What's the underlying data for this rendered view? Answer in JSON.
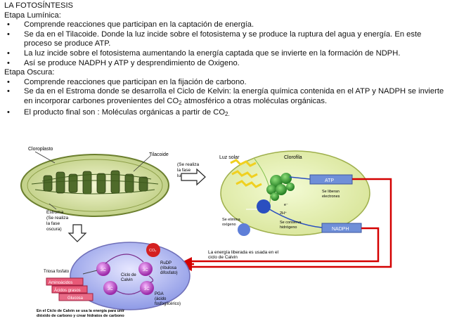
{
  "doc": {
    "title": "LA FOTOSÍNTESIS",
    "light_heading": "Etapa Lumínica:",
    "light_bullets": [
      "Comprende reacciones que participan en la captación de energía.",
      "Se da en el Tilacoide. Donde la luz incide sobre el fotosistema y se produce la ruptura del agua y energía. En este proceso se produce ATP.",
      "La luz incide sobre el fotosistema aumentando la energía captada que se invierte en la formación de NDPH.",
      "Así se produce NADPH y ATP y desprendimiento de Oxigeno."
    ],
    "dark_heading": "Etapa Oscura:",
    "dark_bullet_1": "Comprende reacciones que participan en la fijación de carbono.",
    "dark_bullet_2_a": "Se da en el Estroma  donde se desarrolla el  Ciclo de Kelvin: la energía química contenida en el ATP y NADPH se invierte en incorporar carbones provenientes del CO",
    "dark_bullet_2_sub": "2",
    "dark_bullet_2_b": " atmosférico a otras moléculas orgánicas.",
    "dark_bullet_3_a": "El producto final son : Moléculas orgánicas a partir de CO",
    "dark_bullet_3_sub": "2."
  },
  "diagram": {
    "chloroplast": "Cloroplasto",
    "thylakoid": "Tilacoide",
    "light_phase_note": [
      "(Se realiza",
      "la fase",
      "lumínica)"
    ],
    "stroma": "Estroma",
    "dark_phase_note": [
      "(Se realiza",
      "la fase",
      "oscura)"
    ],
    "sunlight": "Luz solar",
    "chlorophyll": "Clorofila",
    "atp": "ATP",
    "electrons_note": [
      "Se liberan",
      "electrones"
    ],
    "oxygen_note": [
      "Se elimina",
      "oxígeno"
    ],
    "hydrogen_note": [
      "Se conserva",
      "hidrógeno"
    ],
    "nadph": "NADPH",
    "e_minus": "e⁻",
    "h_plus": "2H⁺",
    "energy_note": [
      "La energía liberada es usada en el",
      "ciclo de Calvin"
    ],
    "co2": "CO₂",
    "rudp": [
      "RuDP",
      "(ribulosa",
      "difosfato)"
    ],
    "cycle": [
      "Ciclo de",
      "Calvin"
    ],
    "triose": "Triosa fosfato",
    "pga": [
      "PGA",
      "(ácido",
      "fosfoglicérico)"
    ],
    "products": [
      "Aminoácidos",
      "Ácidos grasos",
      "Glucosa"
    ],
    "carbon_label": "3C",
    "caption": [
      "En el Ciclo de Calvin se usa la energía para unir",
      "dióxido de carbono y crear hidratos de carbono"
    ]
  }
}
